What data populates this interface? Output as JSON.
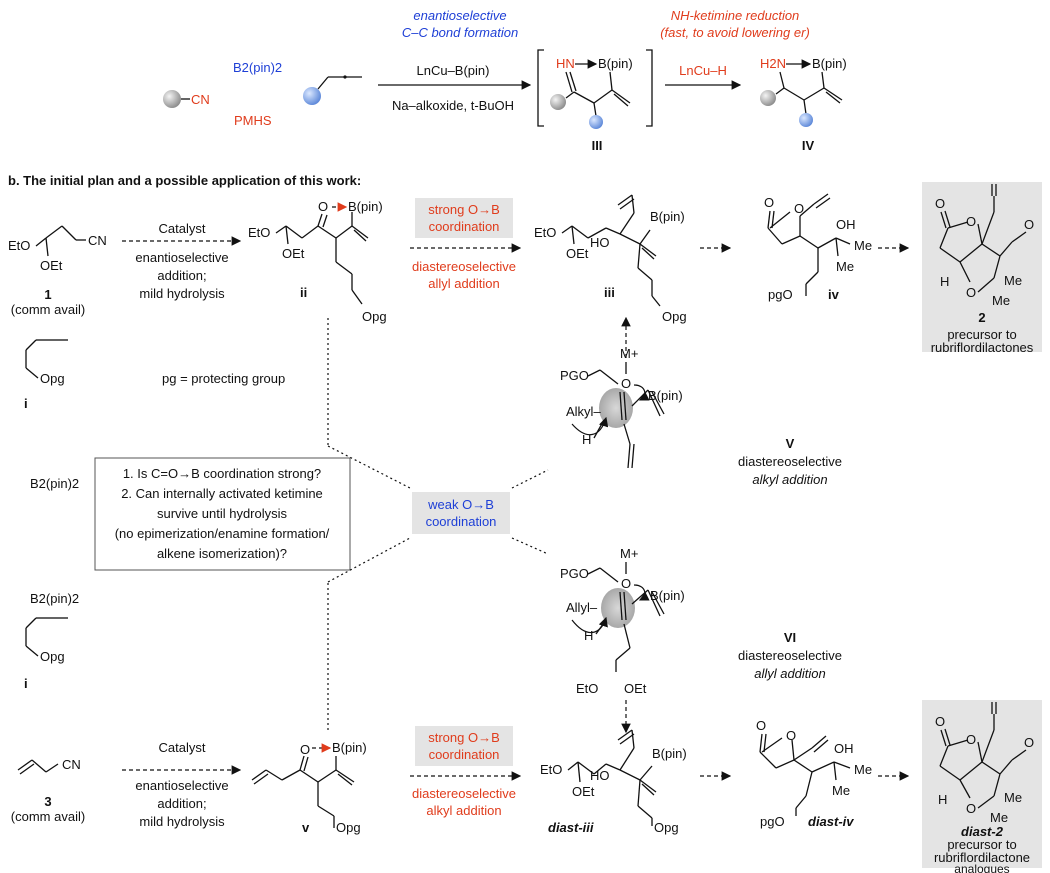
{
  "panel_a": {
    "reagent_b2pin2": "B2(pin)2",
    "reagent_pmhs": "PMHS",
    "nitrile_label": "CN",
    "header_cc_1": "enantioselective",
    "header_cc_2": "C–C bond formation",
    "header_red_1": "NH-ketimine reduction",
    "header_red_2": "(fast, to avoid lowering er)",
    "arrow1_top": "LnCu–B(pin)",
    "arrow1_bottom": "Na–alkoxide, t-BuOH",
    "arrow2_top": "LnCu–H",
    "int_III": "III",
    "int_IV": "IV",
    "bpin": "B(pin)",
    "hn": "HN",
    "h2n": "H2N"
  },
  "panel_b": {
    "title": "b. The initial plan and a possible application of this work:",
    "sm1_label": "1",
    "sm1_note": "(comm avail)",
    "sm3_label": "3",
    "sm3_note": "(comm avail)",
    "allene_label": "i",
    "pg_note": "pg = protecting group",
    "catalyst": "Catalyst",
    "cond_1": "enantioselective",
    "cond_2": "addition;",
    "cond_3": "mild hydrolysis",
    "strong_1": "strong O→B",
    "strong_2": "coordination",
    "weak_1": "weak O→B",
    "weak_2": "coordination",
    "diast_allyl_1": "diastereoselective",
    "diast_allyl_2": "allyl addition",
    "diast_alkyl_1": "diastereoselective",
    "diast_alkyl_2": "alkyl addition",
    "ii": "ii",
    "iii": "iii",
    "iv": "iv",
    "v": "v",
    "diast_iii": "diast-iii",
    "diast_iv": "diast-iv",
    "V": "V",
    "VI": "VI",
    "V_desc_1": "diastereoselective",
    "V_desc_2": "alkyl addition",
    "VI_desc_1": "diastereoselective",
    "VI_desc_2": "allyl addition",
    "cmp2": "2",
    "cmp2_desc_1": "precursor to",
    "cmp2_desc_2": "rubriflordilactones",
    "diast2": "diast-2",
    "diast2_desc_1": "precursor to",
    "diast2_desc_2": "rubriflordilactone",
    "diast2_desc_3": "analogues",
    "q1": "1. Is C=O→B coordination strong?",
    "q2": "2. Can internally activated ketimine",
    "q3": "survive until hydrolysis",
    "q4": "(no epimerization/enamine formation/",
    "q5": "alkene isomerization)?",
    "alkyl_nuc": "Alkyl–",
    "allyl_nuc": "Allyl–",
    "metal": "M+",
    "pgo": "PGO",
    "opg": "Opg",
    "pgo_low": "pgO",
    "eto": "EtO",
    "oet": "OEt",
    "ho": "HO",
    "oh": "OH",
    "me": "Me",
    "h": "H",
    "o": "O",
    "cn": "CN"
  },
  "colors": {
    "blue": "#1e3fd6",
    "red": "#e03c1c",
    "box": "#e4e4e4"
  }
}
